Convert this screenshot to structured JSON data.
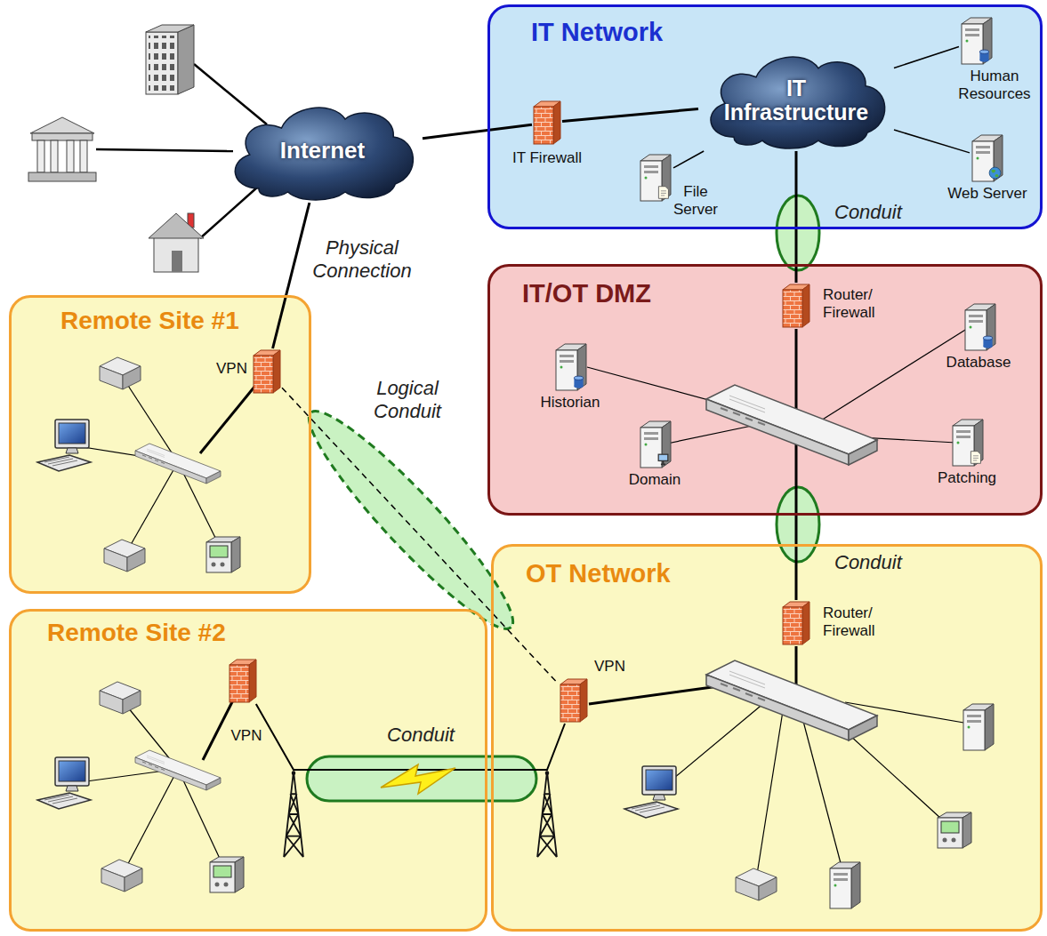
{
  "diagram": {
    "nodes": [
      {
        "text": [
          "IT Network"
        ]
      },
      {
        "text": [
          "IT Infrastructure"
        ],
        "in": 0
      },
      {
        "text": [
          "Human Resources"
        ],
        "in": 0
      },
      {
        "text": [
          "IT Firewall"
        ],
        "in": 0
      },
      {
        "text": [
          "File Server"
        ],
        "in": 0
      },
      {
        "text": [
          "Web Server"
        ],
        "in": 0
      },
      {
        "text": [
          "Internet"
        ]
      },
      {
        "text": [
          "IT/OT DMZ"
        ]
      },
      {
        "text": [
          "Router/ Firewall"
        ],
        "in": 7
      },
      {
        "text": [
          "Database"
        ],
        "in": 7
      },
      {
        "text": [
          "Historian"
        ],
        "in": 7
      },
      {
        "text": [
          "Domain"
        ],
        "in": 7
      },
      {
        "text": [
          "Patching"
        ],
        "in": 7
      },
      {
        "text": [
          "Remote Site #1"
        ]
      },
      {
        "text": [
          "VPN"
        ],
        "in": 13
      },
      {
        "text": [
          "OT Network"
        ]
      },
      {
        "text": [
          "Router/ Firewall"
        ],
        "in": 15
      },
      {
        "text": [
          "VPN"
        ],
        "in": 15
      },
      {
        "text": [
          "Remote Site #2"
        ]
      },
      {
        "text": [
          "VPN"
        ],
        "in": 18
      }
    ],
    "edges": [
      {
        "from": 6,
        "to": 3,
        "arrow": "none"
      },
      {
        "from": 3,
        "to": 1,
        "arrow": "none"
      },
      {
        "from": 1,
        "to": 4,
        "arrow": "none"
      },
      {
        "from": 1,
        "to": 2,
        "arrow": "none"
      },
      {
        "from": 1,
        "to": 5,
        "arrow": "none"
      },
      {
        "from": 1,
        "to": 8,
        "arrow": "none"
      },
      {
        "from": 8,
        "to": 16,
        "arrow": "none"
      },
      {
        "from": 6,
        "to": 14,
        "arrow": "none"
      },
      {
        "from": 14,
        "to": 17,
        "arrow": "none"
      },
      {
        "from": 19,
        "to": 17,
        "arrow": "none"
      }
    ],
    "labels": [
      "Conduit",
      "Physical Connection",
      "Logical Conduit",
      "Conduit",
      "Conduit"
    ]
  }
}
